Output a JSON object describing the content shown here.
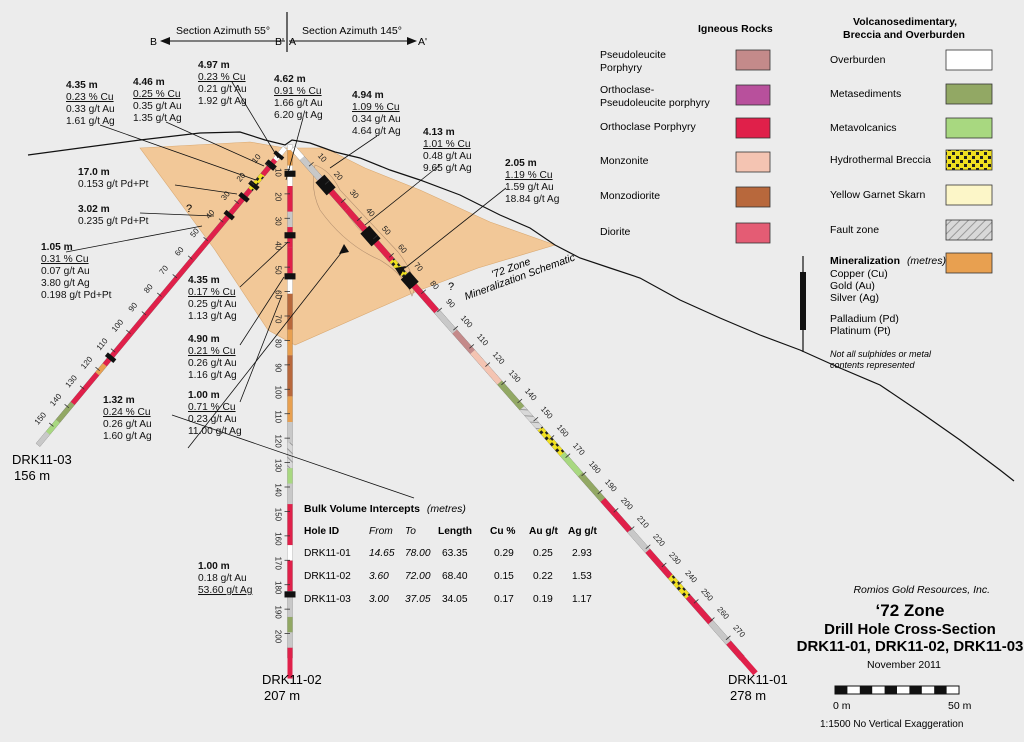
{
  "section": {
    "left_label": "Section Azimuth 55°",
    "right_label": "Section Azimuth 145°",
    "b": "B",
    "b_prime": "B'",
    "a": "A",
    "a_prime": "A'"
  },
  "legend": {
    "igneous_title": "Igneous Rocks",
    "igneous": [
      {
        "lines": [
          "Pseudoleucite",
          "Porphyry"
        ],
        "color": "#c48a8a"
      },
      {
        "lines": [
          "Orthoclase-",
          "Pseudoleucite porphyry"
        ],
        "color": "#b8509c"
      },
      {
        "lines": [
          "Orthoclase Porphyry"
        ],
        "color": "#e0204a"
      },
      {
        "lines": [
          "Monzonite"
        ],
        "color": "#f4c4b2"
      },
      {
        "lines": [
          "Monzodiorite"
        ],
        "color": "#b8683c"
      },
      {
        "lines": [
          "Diorite"
        ],
        "color": "#e45c74"
      }
    ],
    "volc_title": [
      "Volcanosedimentary,",
      "Breccia and Overburden"
    ],
    "volc": [
      {
        "label": "Overburden",
        "color": "#ffffff"
      },
      {
        "label": "Metasediments",
        "color": "#92a864"
      },
      {
        "label": "Metavolcanics",
        "color": "#a8d880"
      },
      {
        "label": "Hydrothermal Breccia",
        "color": "#f0e020",
        "pattern": "breccia"
      },
      {
        "label": "Yellow Garnet Skarn",
        "color": "#fcf6c8"
      },
      {
        "label": "Fault zone",
        "color": "#cccccc",
        "pattern": "fault"
      }
    ],
    "mineralization_title": "Mineralization",
    "mineralization_unit": "(metres)",
    "mineralization_color": "#e8a050",
    "metals": [
      "Copper (Cu)",
      "Gold (Au)",
      "Silver (Ag)"
    ],
    "metals2": [
      "Palladium (Pd)",
      "Platinum (Pt)"
    ],
    "note": [
      "Not all sulphides or metal",
      "contents represented"
    ]
  },
  "holes": [
    {
      "id": "DRK11-03",
      "depth": "156 m"
    },
    {
      "id": "DRK11-02",
      "depth": "207 m"
    },
    {
      "id": "DRK11-01",
      "depth": "278 m"
    }
  ],
  "depth_ticks": {
    "drk03": [
      "10",
      "20",
      "30",
      "40",
      "50",
      "60",
      "70",
      "80",
      "90",
      "100",
      "110",
      "120",
      "130",
      "140",
      "150"
    ],
    "drk02": [
      "10",
      "20",
      "30",
      "40",
      "50",
      "60",
      "70",
      "80",
      "90",
      "100",
      "110",
      "120",
      "130",
      "140",
      "150",
      "160",
      "170",
      "180",
      "190",
      "200"
    ],
    "drk01": [
      "10",
      "20",
      "30",
      "40",
      "50",
      "60",
      "70",
      "80",
      "90",
      "100",
      "110",
      "120",
      "130",
      "140",
      "150",
      "160",
      "170",
      "180",
      "190",
      "200",
      "210",
      "220",
      "230",
      "240",
      "250",
      "260",
      "270"
    ]
  },
  "intercepts": [
    {
      "lines": [
        "4.97 m",
        "0.23 % Cu",
        "0.21 g/t Au",
        "1.92 g/t Ag"
      ]
    },
    {
      "lines": [
        "4.46 m",
        "0.25 % Cu",
        "0.35 g/t Au",
        "1.35 g/t Ag"
      ]
    },
    {
      "lines": [
        "4.35 m",
        "0.23 % Cu",
        "0.33 g/t Au",
        "1.61 g/t Ag"
      ]
    },
    {
      "lines": [
        "4.62 m",
        "0.91 % Cu",
        "1.66 g/t Au",
        "6.20 g/t Ag"
      ]
    },
    {
      "lines": [
        "4.94 m",
        "1.09 % Cu",
        "0.34 g/t Au",
        "4.64 g/t Ag"
      ]
    },
    {
      "lines": [
        "4.13 m",
        "1.01 % Cu",
        "0.48 g/t Au",
        "9.65 g/t Ag"
      ]
    },
    {
      "lines": [
        "2.05 m",
        "1.19 % Cu",
        "1.59 g/t Au",
        "18.84 g/t Ag"
      ]
    },
    {
      "lines": [
        "17.0 m",
        "0.153 g/t Pd+Pt"
      ]
    },
    {
      "lines": [
        "3.02 m",
        "0.235 g/t Pd+Pt"
      ]
    },
    {
      "lines": [
        "1.05 m",
        "0.31 % Cu",
        "0.07 g/t Au",
        "3.80 g/t Ag",
        "0.198 g/t Pd+Pt"
      ]
    },
    {
      "lines": [
        "4.35 m",
        "0.17 % Cu",
        "0.25 g/t Au",
        "1.13 g/t Ag"
      ]
    },
    {
      "lines": [
        "4.90 m",
        "0.21 % Cu",
        "0.26 g/t Au",
        "1.16 g/t Ag"
      ]
    },
    {
      "lines": [
        "1.00 m",
        "0.71 % Cu",
        "0.23 g/t Au",
        "11.00 g/t Ag"
      ]
    },
    {
      "lines": [
        "1.32 m",
        "0.24 % Cu",
        "0.26 g/t Au",
        "1.60 g/t Ag"
      ]
    },
    {
      "lines": [
        "1.00 m",
        "0.18 g/t Au",
        "53.60 g/t Ag"
      ]
    }
  ],
  "zone_label": [
    "'72 Zone",
    "Mineralization Schematic"
  ],
  "question_mark": "?",
  "bulk": {
    "title": "Bulk Volume Intercepts",
    "unit": "(metres)",
    "headers": [
      "Hole ID",
      "From",
      "To",
      "Length",
      "Cu %",
      "Au g/t",
      "Ag g/t"
    ],
    "rows": [
      [
        "DRK11-01",
        "14.65",
        "78.00",
        "63.35",
        "0.29",
        "0.25",
        "2.93"
      ],
      [
        "DRK11-02",
        "3.60",
        "72.00",
        "68.40",
        "0.15",
        "0.22",
        "1.53"
      ],
      [
        "DRK11-03",
        "3.00",
        "37.05",
        "34.05",
        "0.17",
        "0.19",
        "1.17"
      ]
    ]
  },
  "title_block": {
    "company": "Romios Gold Resources, Inc.",
    "zone": "‘72 Zone",
    "subtitle": "Drill Hole Cross-Section",
    "holes": "DRK11-01, DRK11-02, DRK11-03",
    "date": "November 2011",
    "scale_left": "0 m",
    "scale_right": "50 m",
    "scale_note": "1:1500  No Vertical Exaggeration"
  }
}
